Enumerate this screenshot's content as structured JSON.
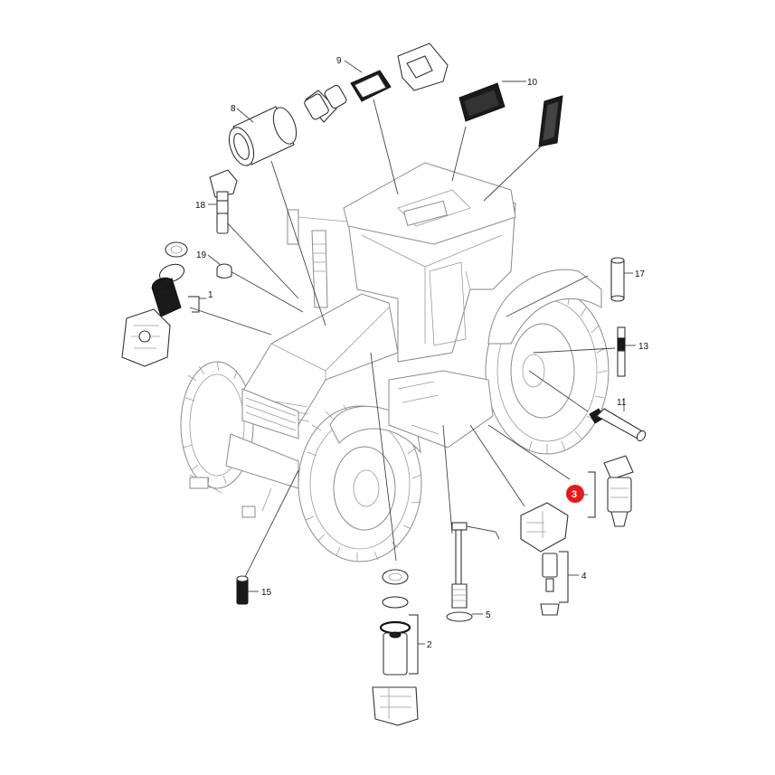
{
  "diagram": {
    "highlight_color": "#e41b1b",
    "labels": [
      {
        "id": "1",
        "text": "1"
      },
      {
        "id": "2",
        "text": "2"
      },
      {
        "id": "3",
        "text": "3",
        "highlighted": true
      },
      {
        "id": "4",
        "text": "4"
      },
      {
        "id": "5",
        "text": "5"
      },
      {
        "id": "8",
        "text": "8"
      },
      {
        "id": "9",
        "text": "9"
      },
      {
        "id": "10",
        "text": "10"
      },
      {
        "id": "11",
        "text": "11"
      },
      {
        "id": "13",
        "text": "13"
      },
      {
        "id": "15",
        "text": "15"
      },
      {
        "id": "17",
        "text": "17"
      },
      {
        "id": "18",
        "text": "18"
      },
      {
        "id": "19",
        "text": "19"
      }
    ]
  }
}
